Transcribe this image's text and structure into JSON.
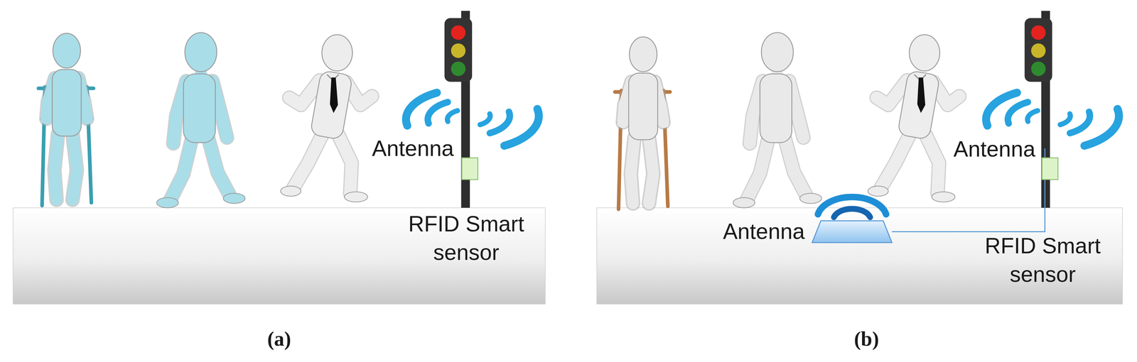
{
  "diagram": {
    "labels": [
      "Antenna",
      "RFID Smart sensor",
      "Antenna",
      "Antenna",
      "RFID Smart sensor",
      "(a)",
      "(b)"
    ]
  }
}
